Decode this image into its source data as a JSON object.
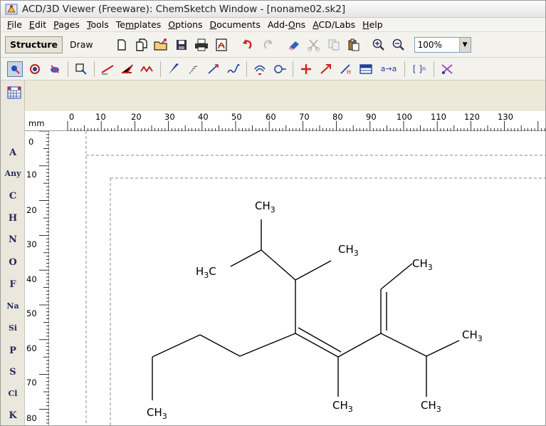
{
  "window": {
    "title": "ACD/3D Viewer (Freeware): ChemSketch Window - [noname02.sk2]"
  },
  "menu": [
    {
      "accel": "F",
      "rest": "ile"
    },
    {
      "accel": "E",
      "rest": "dit"
    },
    {
      "accel": "P",
      "rest": "ages"
    },
    {
      "accel": "T",
      "rest": "ools"
    },
    {
      "pre": "Te",
      "accel": "m",
      "rest": "plates"
    },
    {
      "accel": "O",
      "rest": "ptions"
    },
    {
      "accel": "D",
      "rest": "ocuments"
    },
    {
      "pre": "Add-",
      "accel": "O",
      "rest": "ns"
    },
    {
      "accel": "A",
      "rest": "CD/Labs"
    },
    {
      "accel": "H",
      "rest": "elp"
    }
  ],
  "toolbar": {
    "structure_label": "Structure",
    "draw_label": "Draw",
    "zoom_value": "100%",
    "atom_map_label": "a→a",
    "bracket_label": "[ ]",
    "bracket_sub": "n"
  },
  "palette": [
    "A",
    "Any",
    "C",
    "H",
    "N",
    "O",
    "F",
    "Na",
    "Si",
    "P",
    "S",
    "Cl",
    "K"
  ],
  "ruler": {
    "unit": "mm",
    "h_ticks": [
      "0",
      "10",
      "20",
      "30",
      "40",
      "50",
      "60",
      "70",
      "80",
      "90",
      "100",
      "110",
      "120",
      "130"
    ],
    "v_ticks": [
      "0",
      "10",
      "20",
      "30",
      "40",
      "50",
      "60",
      "70",
      "80"
    ]
  },
  "molecule": {
    "labels": [
      {
        "main": "CH",
        "sub": "3"
      },
      {
        "main": "CH",
        "sub": "3"
      },
      {
        "main": "H",
        "sub": "3",
        "tail": "C"
      },
      {
        "main": "CH",
        "sub": "3"
      },
      {
        "main": "CH",
        "sub": "3"
      },
      {
        "main": "CH",
        "sub": "3"
      },
      {
        "main": "CH",
        "sub": "3"
      },
      {
        "main": "CH",
        "sub": "3"
      }
    ]
  }
}
